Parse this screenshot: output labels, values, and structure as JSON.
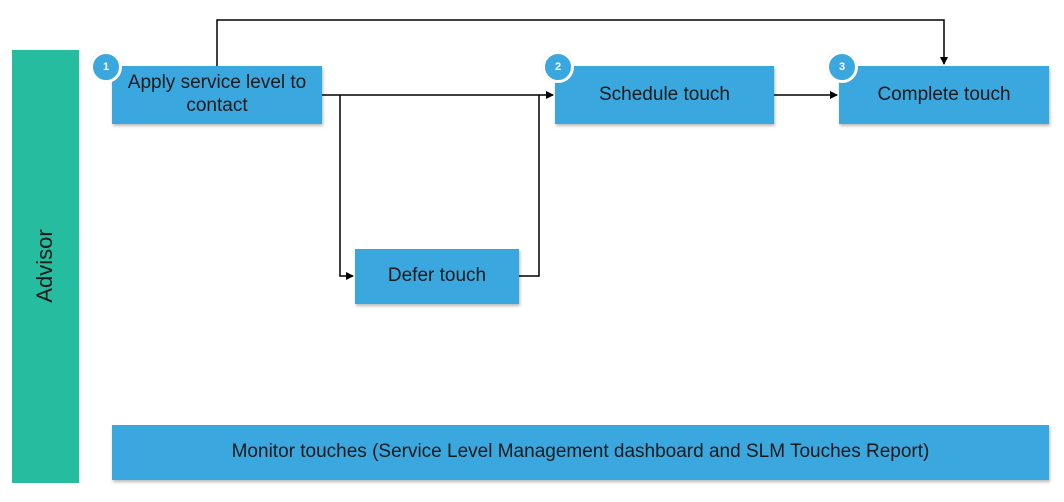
{
  "lane": {
    "label": "Advisor",
    "color": "#26bc9f"
  },
  "colors": {
    "box": "#3ba7df",
    "connector": "#000000"
  },
  "steps": {
    "apply": {
      "number": "1",
      "label": "Apply service level to contact"
    },
    "schedule": {
      "number": "2",
      "label": "Schedule touch"
    },
    "complete": {
      "number": "3",
      "label": "Complete touch"
    },
    "defer": {
      "label": "Defer touch"
    }
  },
  "monitor": {
    "label": "Monitor touches (Service Level Management dashboard and SLM Touches Report)"
  }
}
